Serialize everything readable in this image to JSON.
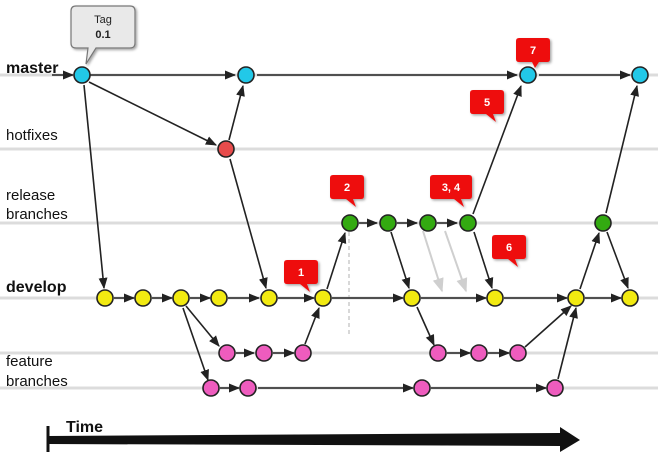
{
  "lanes": {
    "master": "master",
    "hotfixes": "hotfixes",
    "release_line1": "release",
    "release_line2": "branches",
    "develop": "develop",
    "feature_line1": "feature",
    "feature_line2": "branches"
  },
  "tag": {
    "title": "Tag",
    "value": "0.1"
  },
  "callouts": [
    "1",
    "2",
    "3, 4",
    "5",
    "6",
    "7"
  ],
  "time_label": "Time",
  "colors": {
    "master": "#22c8e8",
    "hotfix": "#e84c4c",
    "release": "#33aa11",
    "develop": "#f2ea11",
    "feature": "#ee5cbe",
    "callout": "#ee1111",
    "line": "#222222",
    "lane": "#dcdcdc"
  }
}
